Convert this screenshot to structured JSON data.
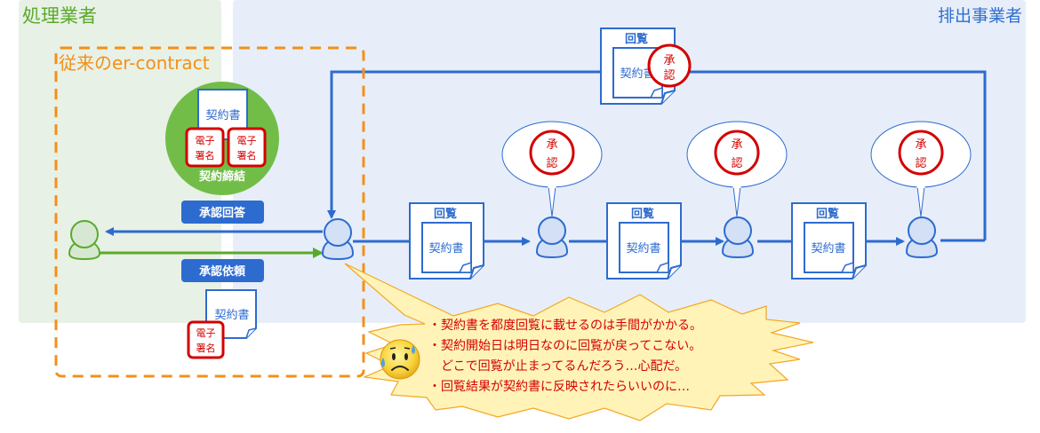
{
  "regions": {
    "processor_label": "処理業者",
    "discharger_label": "排出事業者",
    "legacy_label": "従来のer-contract"
  },
  "contract_doc": {
    "title": "契約書",
    "signature": "電子署名",
    "signature_line1": "電子",
    "signature_line2": "署名"
  },
  "conclusion": {
    "label": "契約締結"
  },
  "arrows": {
    "approval_answer": "承認回答",
    "approval_request": "承認依頼"
  },
  "circulation": {
    "label": "回覧",
    "doc_label": "契約書",
    "seal_line1": "承",
    "seal_line2": "認"
  },
  "complaint": {
    "lines": [
      "・契約書を都度回覧に載せるのは手間がかかる。",
      "・契約開始日は明日なのに回覧が戻ってこない。",
      "　どこで回覧が止まってるんだろう…心配だ。",
      "・回覧結果が契約書に反映されたらいいのに…"
    ],
    "emoji": "worried-face"
  },
  "colors": {
    "processor_bg": "#e8f1e6",
    "discharger_bg": "#e7eef9",
    "flow_blue": "#2d6bcf",
    "request_green": "#5aaa2a",
    "legacy_orange": "#f39019",
    "seal_red": "#d40000",
    "complaint_bg": "#fff3b8"
  }
}
